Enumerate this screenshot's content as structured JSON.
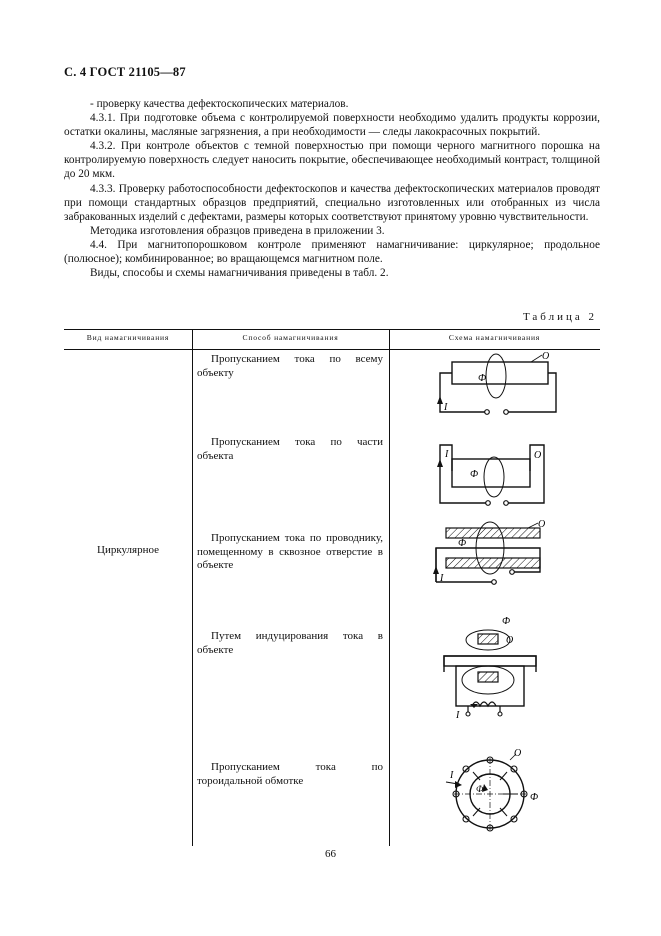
{
  "header": "С. 4 ГОСТ 21105—87",
  "paragraphs": [
    "- проверку качества дефектоскопических материалов.",
    "4.3.1. При подготовке объема с контролируемой поверхности необходимо удалить продукты коррозии, остатки окалины, масляные загрязнения, а при необходимости — следы лакокрасочных покрытий.",
    "4.3.2. При контроле объектов с темной поверхностью при помощи черного магнитного порошка на контролируемую поверхность следует наносить покрытие, обеспечивающее необходимый контраст, толщиной до 20 мкм.",
    "4.3.3. Проверку работоспособности дефектоскопов и качества дефектоскопических материалов проводят при помощи стандартных образцов предприятий, специально изготовленных или отобранных из числа забракованных изделий с дефектами, размеры которых соответствуют принятому уровню чувствительности.",
    "Методика изготовления образцов приведена в приложении 3.",
    "4.4. При магнитопорошковом контроле применяют намагничивание: циркулярное; продольное (полюсное); комбинированное; во вращающемся магнитном поле.",
    "Виды, способы и схемы намагничивания приведены в табл. 2."
  ],
  "table_caption": "Таблица 2",
  "table": {
    "headers": [
      "Вид намагничивания",
      "Способ намагничивания",
      "Схема намагничивания"
    ],
    "type_label": "Циркулярное",
    "methods": [
      "Пропусканием тока по всему объекту",
      "Пропусканием тока по части объекта",
      "Пропусканием тока по проводнику, помещенному в сквозное отверстие в объекте",
      "Путем индуцирования тока в объекте",
      "Пропусканием тока по тороидальной обмотке"
    ],
    "scheme_labels": {
      "object": "О",
      "flux": "Ф",
      "current": "I"
    }
  },
  "page_number": "66"
}
